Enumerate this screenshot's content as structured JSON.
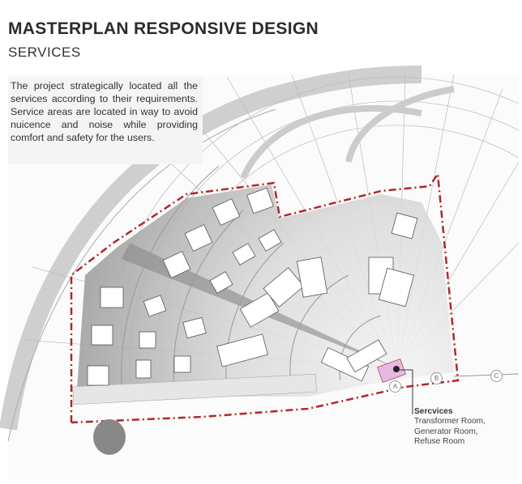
{
  "header": {
    "title": "MASTERPLAN RESPONSIVE DESIGN",
    "subtitle": "SERVICES"
  },
  "intro": "The project strategically located all the services according to their requirements. Service areas are located in way to avoid nuicence and noise while providing comfort and safety for the users.",
  "callout": {
    "heading": "Sercvices",
    "items": [
      "Transformer Room,",
      "Generator Room,",
      "Refuse Room"
    ]
  },
  "grid_labels": [
    "A",
    "B",
    "C"
  ],
  "colors": {
    "boundary": "#b0272d",
    "service_zone": "#e8b9e0"
  }
}
